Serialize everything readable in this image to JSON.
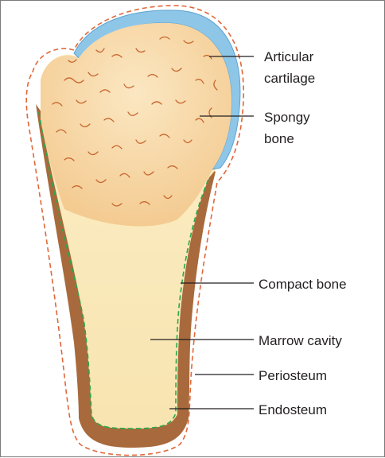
{
  "labels": {
    "articular_line1": "Articular",
    "articular_line2": "cartilage",
    "spongy_line1": "Spongy",
    "spongy_line2": "bone",
    "compact": "Compact bone",
    "marrow": "Marrow cavity",
    "periosteum": "Periosteum",
    "endosteum": "Endosteum"
  },
  "colors": {
    "cartilage": "#8ec6e8",
    "spongy_fill": "#f7d8a8",
    "trabeculae": "#c8662e",
    "compact_bone": "#a86a3c",
    "marrow": "#fbf1c8",
    "endosteum_line": "#2aa84a",
    "periosteum_line": "#e0673a"
  }
}
